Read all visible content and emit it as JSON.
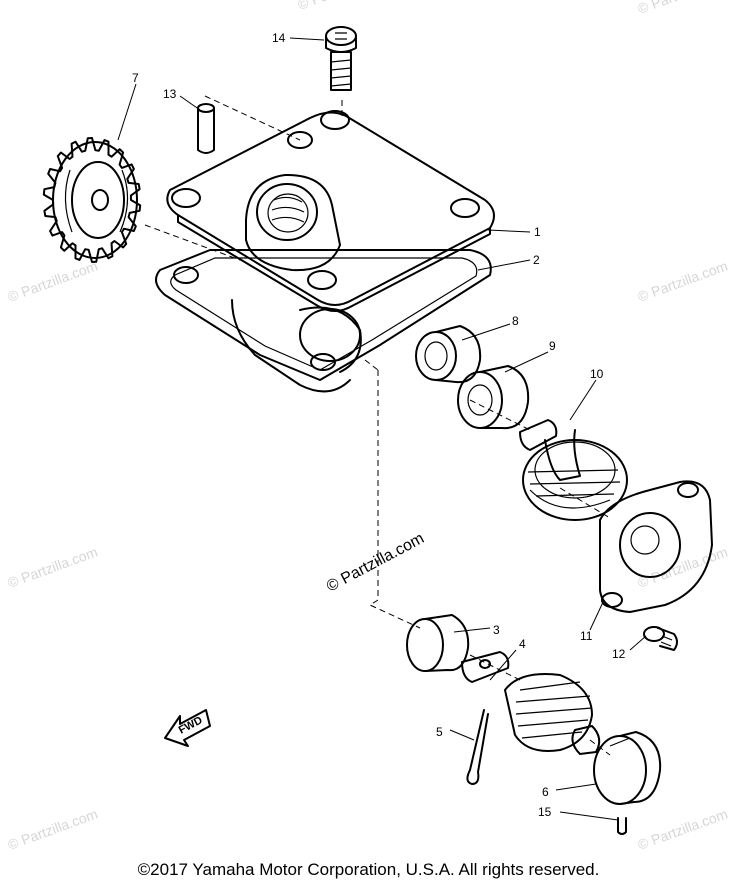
{
  "diagram": {
    "callouts": [
      {
        "id": "1",
        "label": "1"
      },
      {
        "id": "2",
        "label": "2"
      },
      {
        "id": "3",
        "label": "3"
      },
      {
        "id": "4",
        "label": "4"
      },
      {
        "id": "5",
        "label": "5"
      },
      {
        "id": "6",
        "label": "6"
      },
      {
        "id": "7",
        "label": "7"
      },
      {
        "id": "8",
        "label": "8"
      },
      {
        "id": "9",
        "label": "9"
      },
      {
        "id": "10",
        "label": "10"
      },
      {
        "id": "11",
        "label": "11"
      },
      {
        "id": "12",
        "label": "12"
      },
      {
        "id": "13",
        "label": "13"
      },
      {
        "id": "14",
        "label": "14"
      },
      {
        "id": "15",
        "label": "15"
      }
    ],
    "fwd_label": "FWD",
    "center_watermark": "© Partzilla.com",
    "watermark_text": "© Partzilla.com",
    "copyright": "©2017 Yamaha Motor Corporation, U.S.A. All rights reserved."
  }
}
